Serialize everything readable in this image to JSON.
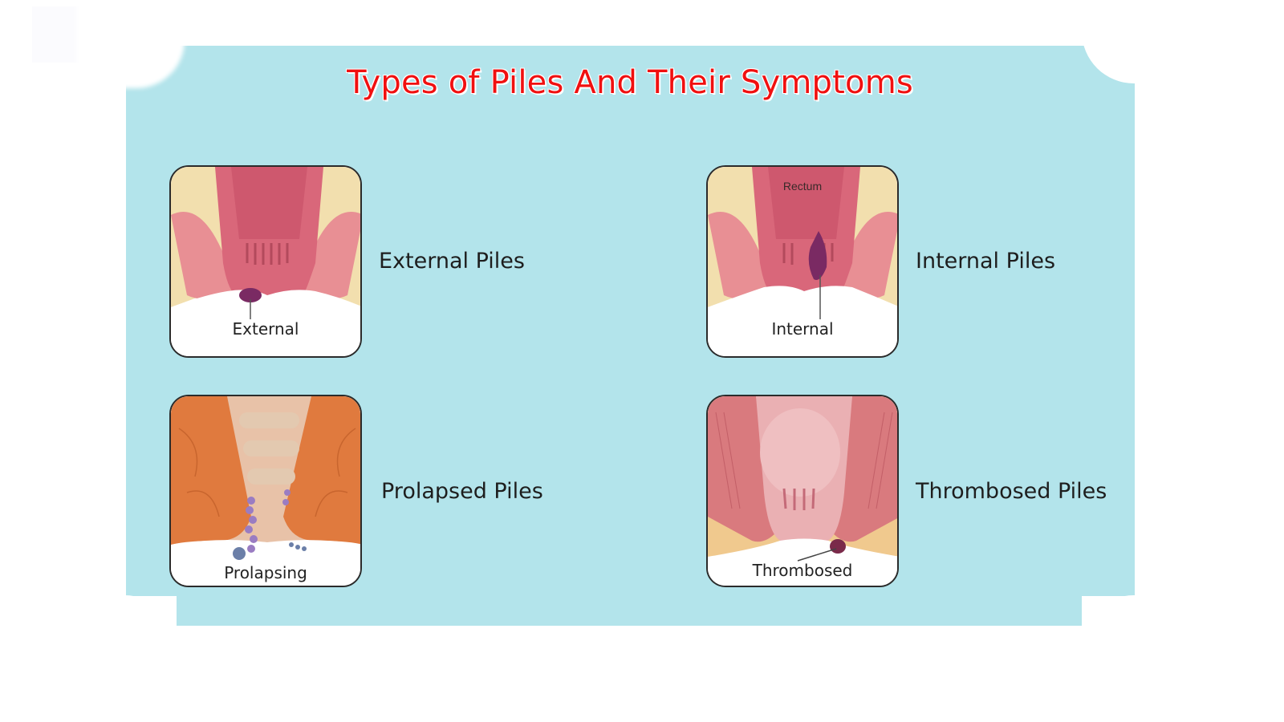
{
  "title": "Types of Piles And Their Symptoms",
  "colors": {
    "panel_bg": "#b3e4eb",
    "title": "#f01010",
    "card_border": "#2b2b2b",
    "label_text": "#1e1e1e"
  },
  "items": [
    {
      "type_label": "External Piles",
      "illustration_caption": "External",
      "illustration_icon": "external-piles-anatomy-illustration"
    },
    {
      "type_label": "Internal Piles",
      "illustration_caption": "Internal",
      "illustration_sublabel": "Rectum",
      "illustration_icon": "internal-piles-anatomy-illustration"
    },
    {
      "type_label": "Prolapsed Piles",
      "illustration_caption": "Prolapsing",
      "illustration_icon": "prolapsed-piles-anatomy-illustration"
    },
    {
      "type_label": "Thrombosed Piles",
      "illustration_caption": "Thrombosed",
      "illustration_icon": "thrombosed-piles-anatomy-illustration"
    }
  ]
}
